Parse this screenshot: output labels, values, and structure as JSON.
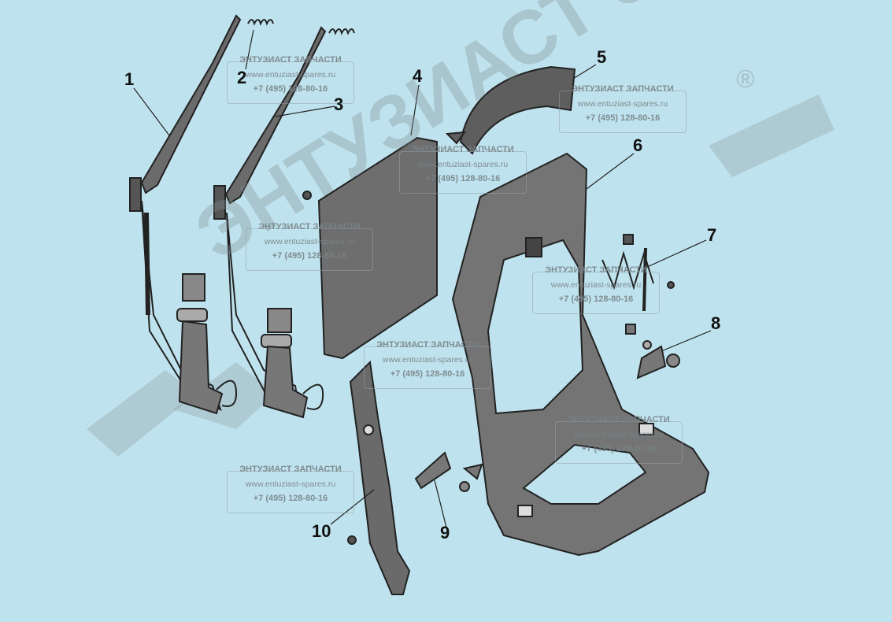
{
  "watermark": {
    "title": "ЭНТУЗИАСТ ЗАПЧАСТИ",
    "url": "www.entuziast-spares.ru",
    "phone": "+7 (495) 128-80-16",
    "brand": "ЭНТУЗИАСТ ЗАПЧАСТИ",
    "registered": "®"
  },
  "callouts": [
    "1",
    "2",
    "3",
    "4",
    "5",
    "6",
    "7",
    "8",
    "9",
    "10"
  ]
}
